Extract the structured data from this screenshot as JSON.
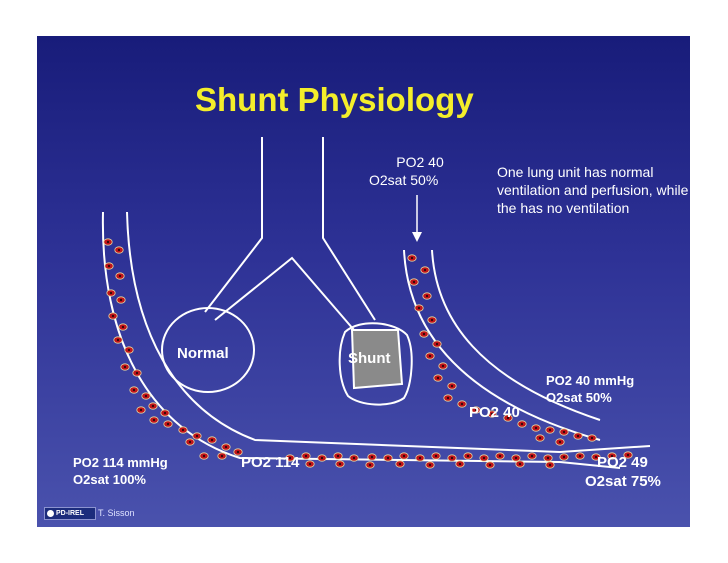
{
  "title": "Shunt Physiology",
  "colors": {
    "background_top": "#181c7a",
    "background_bottom": "#4a52ad",
    "title": "#f4ee2a",
    "shunt_alveolus_fill": "#8a8a8a",
    "rbc_fill": "#c0141a",
    "line": "#ffffff"
  },
  "top_labels": {
    "po2": "PO2 40",
    "o2sat": "O2sat 50%"
  },
  "note": "One lung unit has normal ventilation and perfusion, while the has no ventilation",
  "alveoli": {
    "normal": "Normal",
    "shunt": "Shunt"
  },
  "shunt_vessel": {
    "po2_mmhg": "PO2 40 mmHg",
    "o2sat": "O2sat 50%",
    "po2": "PO2 40"
  },
  "normal_vessel": {
    "po2_mmhg": "PO2 114 mmHg",
    "o2sat": "O2sat 100%",
    "po2": "PO2 114"
  },
  "mixed": {
    "po2": "PO2 49",
    "o2sat": "O2sat 75%"
  },
  "footer": {
    "logo_text": "PD-IREL",
    "credit": "T. Sisson"
  }
}
